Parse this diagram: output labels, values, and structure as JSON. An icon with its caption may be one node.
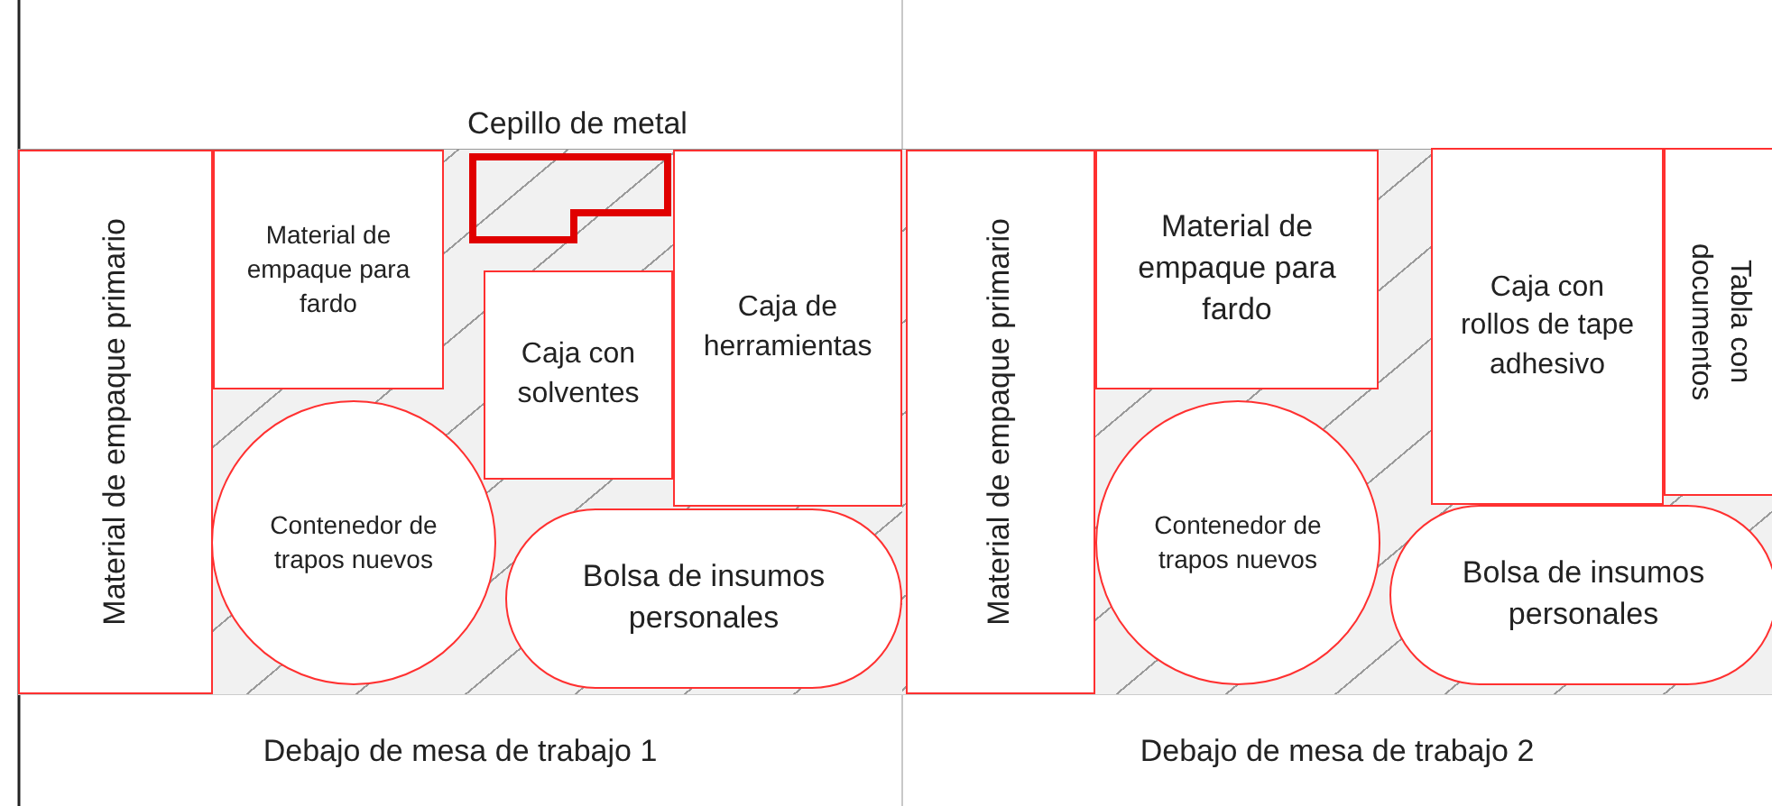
{
  "diagram": {
    "nodes": [
      {
        "text": [
          "Debajo de mesa de trabajo 1"
        ]
      },
      {
        "text": [
          "Material de empaque primario"
        ],
        "in": 0
      },
      {
        "text": [
          "Material de empaque para fardo"
        ],
        "in": 0
      },
      {
        "text": [
          "Cepillo de metal"
        ],
        "in": 0
      },
      {
        "text": [
          "Caja con solventes"
        ],
        "in": 0
      },
      {
        "text": [
          "Caja de herramientas"
        ],
        "in": 0
      },
      {
        "text": [
          "Contenedor de trapos nuevos"
        ],
        "in": 0
      },
      {
        "text": [
          "Bolsa de insumos personales"
        ],
        "in": 0
      },
      {
        "text": [
          "Debajo de mesa de trabajo 2"
        ]
      },
      {
        "text": [
          "Material de empaque primario"
        ],
        "in": 8
      },
      {
        "text": [
          "Material de empaque para fardo"
        ],
        "in": 8
      },
      {
        "text": [
          "Caja con rollos de tape adhesivo"
        ],
        "in": 8
      },
      {
        "text": [
          "Tabla con documentos"
        ],
        "in": 8
      },
      {
        "text": [
          "Contenedor de trapos nuevos"
        ],
        "in": 8
      },
      {
        "text": [
          "Bolsa de insumos personales"
        ],
        "in": 8
      }
    ]
  }
}
